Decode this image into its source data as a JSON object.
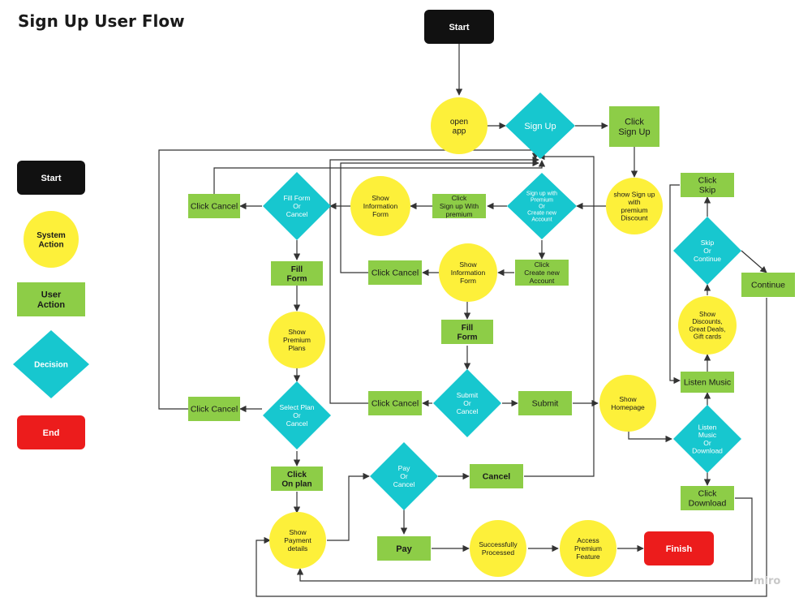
{
  "title": "Sign Up User Flow",
  "watermark": "miro",
  "colors": {
    "start": "#111111",
    "system": "#fdf03a",
    "user": "#8dcd47",
    "decision": "#17c7cf",
    "end": "#ec1c1c",
    "line": "#333333"
  },
  "legend": {
    "start": "Start",
    "system": "System\nAction",
    "user": "User\nAction",
    "decision": "Decision",
    "end": "End"
  },
  "nodes": {
    "start": "Start",
    "open_app": "open\napp",
    "sign_up": "Sign Up",
    "click_sign_up": "Click\nSign Up",
    "show_sign_up_premium": "show Sign up\nwith\npremium\nDiscount",
    "signup_premium_or_new": "Sign up with\nPremium\nOr\nCreate new\nAccount",
    "click_signup_premium": "Click\nSign up With\npremium",
    "show_info_form_1": "Show\nInformation\nForm",
    "fill_form_or_cancel": "Fill Form\nOr\nCancel",
    "click_cancel_1": "Click Cancel",
    "fill_form_1": "Fill\nForm",
    "show_premium_plans": "Show\nPremium\nPlans",
    "select_plan_or_cancel": "Select Plan\nOr\nCancel",
    "click_cancel_2": "Click Cancel",
    "click_on_plan": "Click\nOn plan",
    "show_payment_details": "Show\nPayment\ndetails",
    "pay_or_cancel": "Pay\nOr\nCancel",
    "cancel": "Cancel",
    "pay": "Pay",
    "successfully_processed": "Successfully\nProcessed",
    "access_premium": "Access\nPremium\nFeature",
    "finish": "Finish",
    "click_create_account": "Click\nCreate new\nAccount",
    "show_info_form_2": "Show\nInformation\nForm",
    "click_cancel_3": "Click Cancel",
    "fill_form_2": "Fill\nForm",
    "submit_or_cancel": "Submit\nOr\nCancel",
    "click_cancel_4": "Click Cancel",
    "submit": "Submit",
    "show_homepage": "Show\nHomepage",
    "listen_or_download": "Listen\nMusic\nOr\nDownload",
    "click_download": "Click\nDownload",
    "listen_music": "Listen Music",
    "show_discounts": "Show\nDiscounts,\nGreat Deals,\nGift cards",
    "skip_or_continue": "Skip\nOr\nContinue",
    "click_skip": "Click\nSkip",
    "continue": "Continue"
  }
}
